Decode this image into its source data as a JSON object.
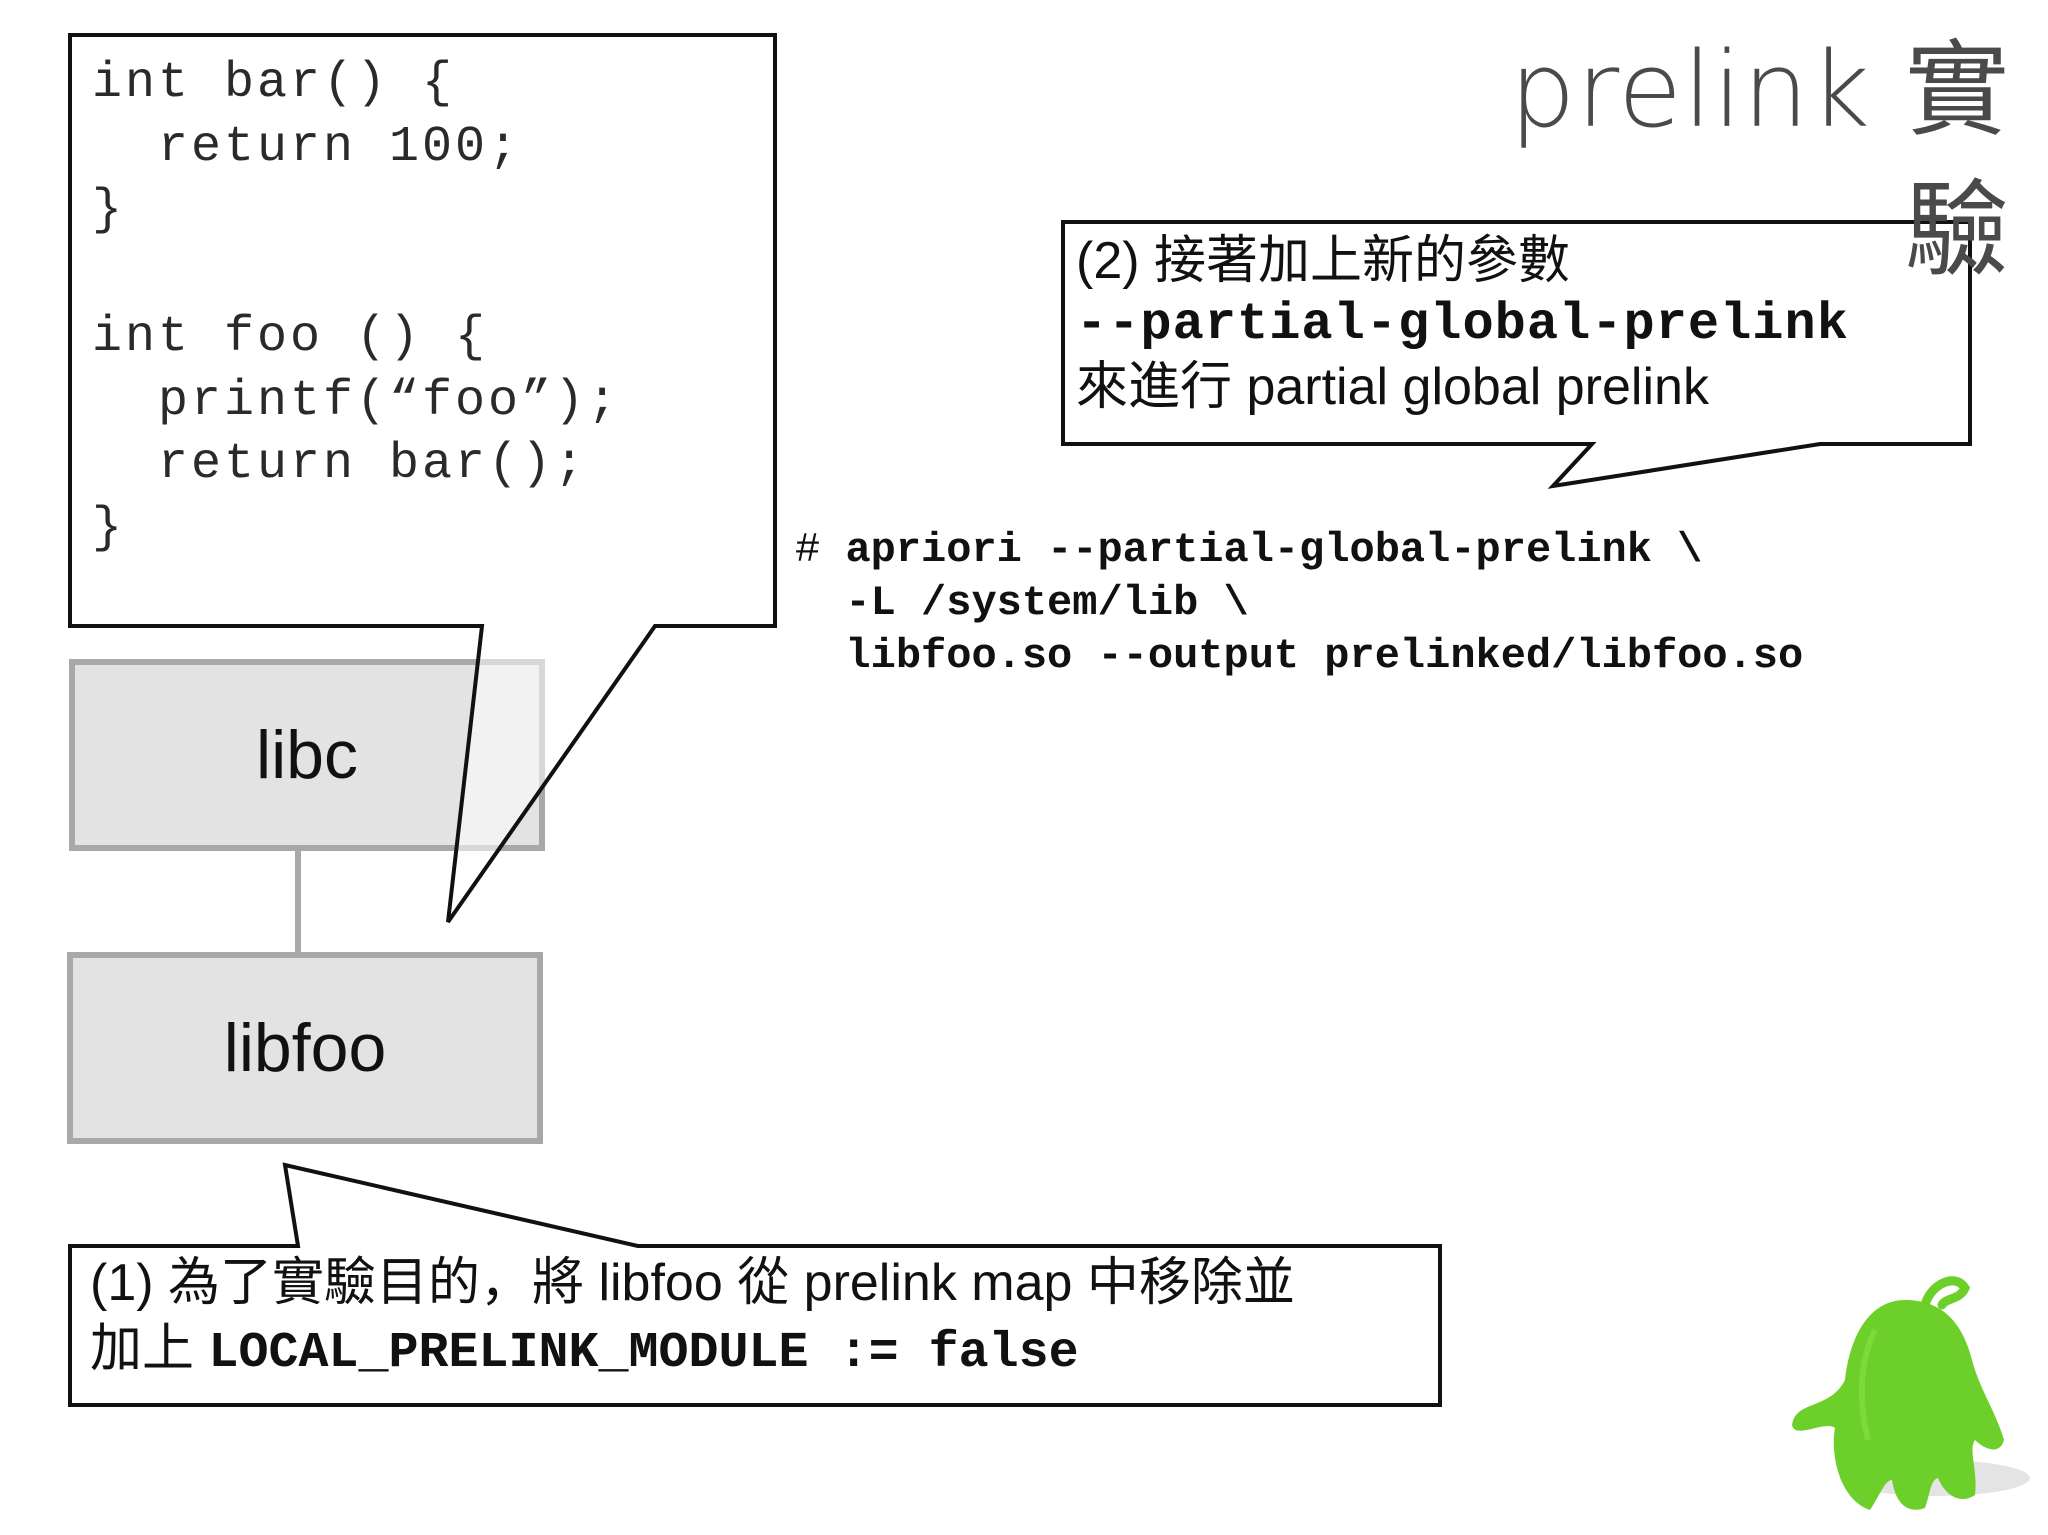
{
  "title": "prelink 實驗",
  "code_lines": [
    "int bar() {",
    "  return 100;",
    "}",
    "",
    "int foo () {",
    "  printf(“foo”);",
    "  return bar();",
    "}"
  ],
  "libraries": {
    "libc": "libc",
    "libfoo": "libfoo"
  },
  "callout_step2": {
    "line1": "(2) 接著加上新的參數",
    "option": "--partial-global-prelink",
    "line3": "來進行 partial global prelink"
  },
  "command": {
    "prompt": "#",
    "line1": "apriori --partial-global-prelink \\",
    "line2": "-L /system/lib \\",
    "line3": "libfoo.so --output prelinked/libfoo.so"
  },
  "callout_step1": {
    "line1": "(1) 為了實驗目的，將 libfoo 從 prelink map 中移除並",
    "line2_prefix": "加上",
    "line2_code": "LOCAL_PRELINK_MODULE := false"
  },
  "colors": {
    "box_fill": "#e3e3e3",
    "box_border": "#a8a8a8",
    "mascot": "#6ccf2a"
  }
}
